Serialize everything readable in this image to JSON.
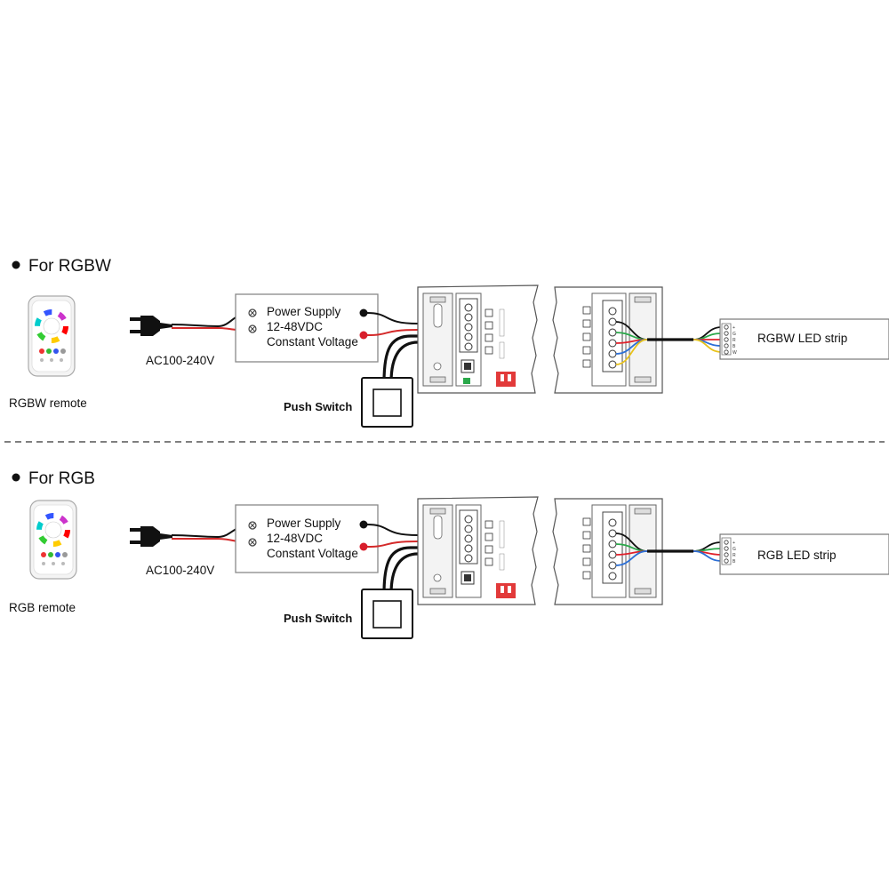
{
  "sections": [
    {
      "heading": "For RGBW",
      "remote_label": "RGBW remote",
      "psu_lines": [
        "Power Supply",
        "12-48VDC",
        "Constant Voltage"
      ],
      "ac_label": "AC100-240V",
      "switch_label": "Push Switch",
      "strip_label": "RGBW LED strip",
      "strip_pins": [
        "+",
        "G",
        "R",
        "B",
        "W"
      ],
      "output_wires": [
        "#111111",
        "#2aa84a",
        "#e0202a",
        "#2c6fd6",
        "#e8c21a"
      ]
    },
    {
      "heading": "For RGB",
      "remote_label": "RGB remote",
      "psu_lines": [
        "Power Supply",
        "12-48VDC",
        "Constant Voltage"
      ],
      "ac_label": "AC100-240V",
      "switch_label": "Push Switch",
      "strip_label": "RGB LED strip",
      "strip_pins": [
        "+",
        "G",
        "R",
        "B"
      ],
      "output_wires": [
        "#111111",
        "#2aa84a",
        "#e0202a",
        "#2c6fd6"
      ]
    }
  ],
  "colors": {
    "positive_terminal": "#d81e2c",
    "negative_terminal": "#111111",
    "dip_switch": "#e23a3a",
    "indicator_led": "#2aa84a",
    "divider": "#555555"
  },
  "icons": [
    "plug-icon",
    "remote-icon",
    "color-wheel-icon",
    "push-switch-icon",
    "controller-icon"
  ]
}
